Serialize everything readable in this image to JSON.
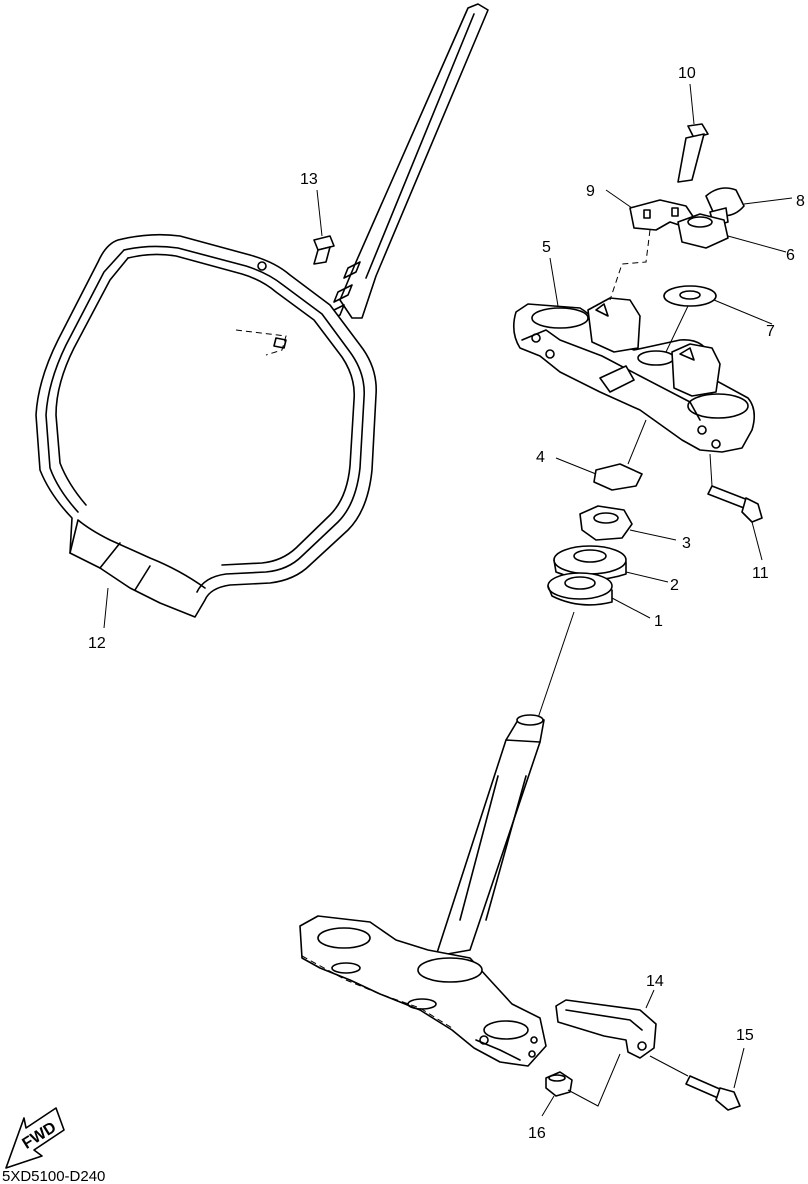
{
  "diagram": {
    "drawing_code": "5XD5100-D240",
    "fwd_label": "FWD",
    "callouts": [
      {
        "id": "c1",
        "label": "1"
      },
      {
        "id": "c2",
        "label": "2"
      },
      {
        "id": "c3",
        "label": "3"
      },
      {
        "id": "c4",
        "label": "4"
      },
      {
        "id": "c5",
        "label": "5"
      },
      {
        "id": "c6",
        "label": "6"
      },
      {
        "id": "c7",
        "label": "7"
      },
      {
        "id": "c8",
        "label": "8"
      },
      {
        "id": "c9",
        "label": "9"
      },
      {
        "id": "c10",
        "label": "10"
      },
      {
        "id": "c11",
        "label": "11"
      },
      {
        "id": "c12",
        "label": "12"
      },
      {
        "id": "c13",
        "label": "13"
      },
      {
        "id": "c14",
        "label": "14"
      },
      {
        "id": "c15",
        "label": "15"
      },
      {
        "id": "c16",
        "label": "16"
      }
    ]
  }
}
